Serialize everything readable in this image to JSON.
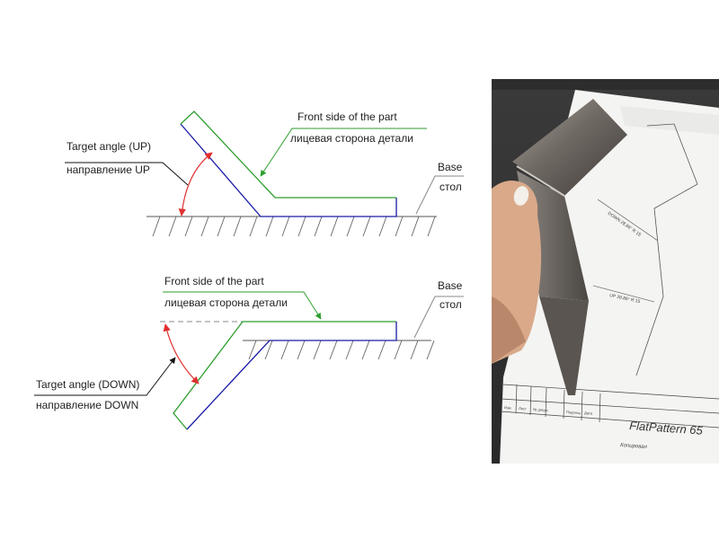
{
  "diagram_up": {
    "front_side_en": "Front side of the part",
    "front_side_ru": "лицевая сторона детали",
    "target_angle_en": "Target angle (UP)",
    "target_angle_ru": "направление UP",
    "base_en": "Base",
    "base_ru": "стол"
  },
  "diagram_down": {
    "front_side_en": "Front side of the part",
    "front_side_ru": "лицевая сторона детали",
    "target_angle_en": "Target angle (DOWN)",
    "target_angle_ru": "направление DOWN",
    "base_en": "Base",
    "base_ru": "стол"
  },
  "photo": {
    "label_down": "DOWN 28.86° R 15",
    "label_up": "UP 28.86° R 15",
    "title_block_text": "FlatPattern 65",
    "title_block_small": "Копировал",
    "title_block_cells": [
      "Изм",
      "Лист",
      "№ докум.",
      "Подпись",
      "Дата"
    ]
  },
  "colors": {
    "front_side": "#2e9e2e",
    "back_side": "#1a1aa8",
    "angle_arrow": "#e03030",
    "leader": "#111111",
    "hatch": "#555555"
  }
}
